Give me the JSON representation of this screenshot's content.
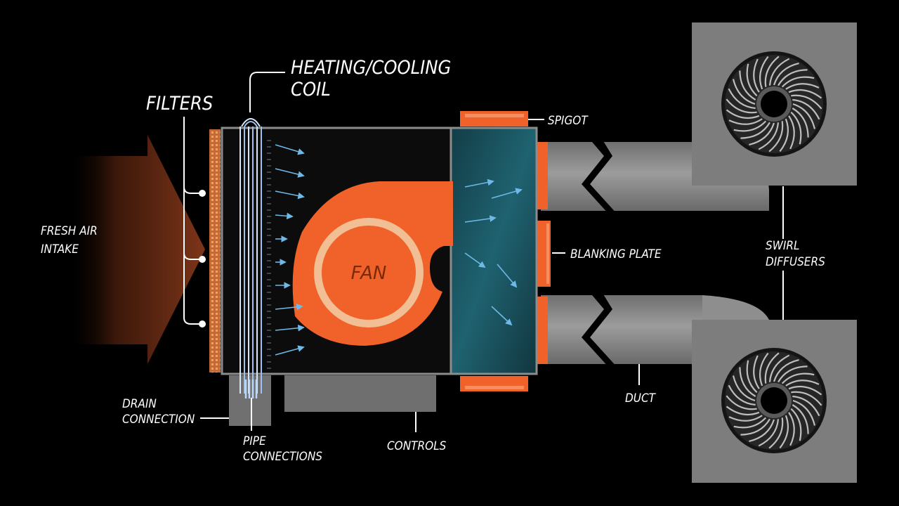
{
  "labels": {
    "heating_cooling_coil_line1": "HEATING/COOLING",
    "heating_cooling_coil_line2": "COIL",
    "filters": "FILTERS",
    "fresh_air_line1": "FRESH AIR",
    "fresh_air_line2": "INTAKE",
    "fan": "FAN",
    "spigot": "SPIGOT",
    "blanking_plate": "BLANKING PLATE",
    "swirl_diffusers_line1": "SWIRL",
    "swirl_diffusers_line2": "DIFFUSERS",
    "drain_connection_line1": "DRAIN",
    "drain_connection_line2": "CONNECTION",
    "pipe_connections_line1": "PIPE",
    "pipe_connections_line2": "CONNECTIONS",
    "controls": "CONTROLS",
    "duct": "DUCT"
  },
  "colors": {
    "background": "#000000",
    "accent_orange": "#f0622a",
    "fan_ring": "#f2bf95",
    "plenum_teal": "#1c5660",
    "duct_gray": "#8a8a8a",
    "diffuser_gray": "#7b7b7b",
    "coil_blue": "#b9d4f5",
    "intake_brown": "#7a3216"
  },
  "icons": [
    "swirl-diffuser-icon",
    "fan-icon",
    "air-flow-arrow-icon"
  ]
}
